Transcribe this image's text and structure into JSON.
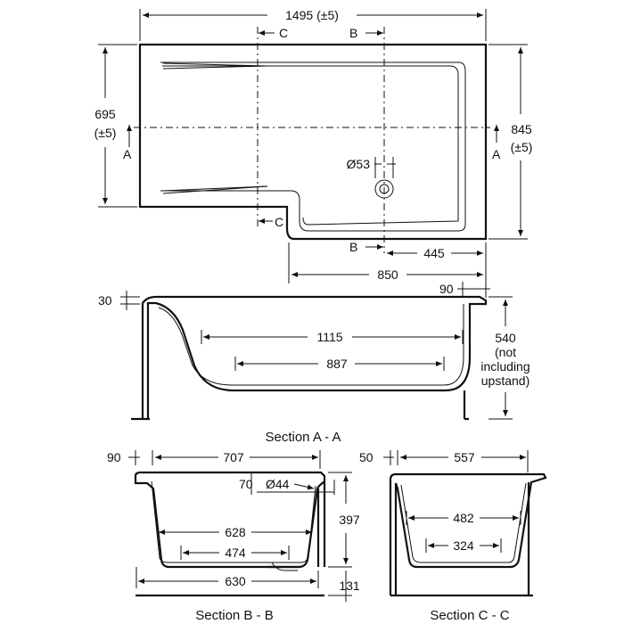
{
  "plan": {
    "overall_width": "1495 (±5)",
    "left_height_value": "695",
    "left_height_tol": "(±5)",
    "right_height_value": "845",
    "right_height_tol": "(±5)",
    "section_a_left": "A",
    "section_a_right": "A",
    "section_b_top": "B",
    "section_b_bottom": "B",
    "section_c_top": "C",
    "section_c_bottom": "C",
    "waste_diameter": "Ø53",
    "offset_445": "445",
    "width_850": "850"
  },
  "section_aa": {
    "caption": "Section A - A",
    "rim": "30",
    "upstand": "90",
    "inner_top": "1115",
    "inner_bottom": "887",
    "height_value": "540",
    "height_note_1": "(not",
    "height_note_2": "including",
    "height_note_3": "upstand)"
  },
  "section_bb": {
    "caption": "Section B - B",
    "left_upstand": "90",
    "top_width": "707",
    "waste_offset": "70",
    "waste_diameter": "Ø44",
    "mid_width": "628",
    "bottom_width": "474",
    "base_width": "630",
    "height": "397",
    "foot": "131"
  },
  "section_cc": {
    "caption": "Section C - C",
    "left_upstand": "50",
    "top_width": "557",
    "mid_width": "482",
    "bottom_width": "324"
  }
}
